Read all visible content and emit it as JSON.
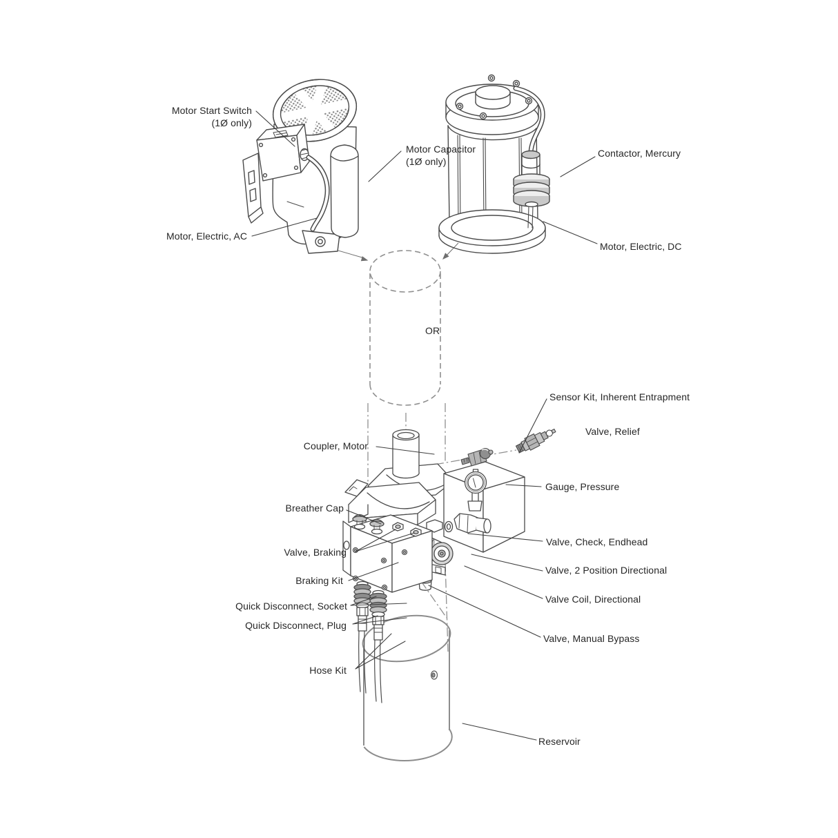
{
  "diagram": {
    "type": "exploded-parts-diagram",
    "subject": "hydraulic power unit parts breakdown",
    "colors": {
      "background": "#ffffff",
      "line": "#4a4a4a",
      "label_text": "#262626",
      "ghost_line": "#8f8f8f",
      "part_shade": "#b5b5b5"
    },
    "labels": {
      "motor_start_switch": {
        "text": "Motor Start Switch\n(1Ø only)"
      },
      "motor_capacitor": {
        "text": "Motor Capacitor\n(1Ø only)"
      },
      "contactor_mercury": {
        "text": "Contactor, Mercury"
      },
      "motor_electric_ac": {
        "text": "Motor, Electric, AC"
      },
      "motor_electric_dc": {
        "text": "Motor, Electric, DC"
      },
      "or_divider": {
        "text": "OR"
      },
      "sensor_kit": {
        "text": "Sensor Kit, Inherent Entrapment"
      },
      "valve_relief": {
        "text": "Valve, Relief"
      },
      "coupler_motor": {
        "text": "Coupler, Motor"
      },
      "gauge_pressure": {
        "text": "Gauge, Pressure"
      },
      "breather_cap": {
        "text": "Breather Cap"
      },
      "valve_check_endhead": {
        "text": "Valve, Check, Endhead"
      },
      "valve_braking": {
        "text": "Valve, Braking"
      },
      "valve_2pos": {
        "text": "Valve, 2 Position Directional"
      },
      "braking_kit": {
        "text": "Braking Kit"
      },
      "valve_coil": {
        "text": "Valve Coil, Directional"
      },
      "qd_socket": {
        "text": "Quick Disconnect, Socket"
      },
      "qd_plug": {
        "text": "Quick Disconnect, Plug"
      },
      "valve_manual_bypass": {
        "text": "Valve, Manual Bypass"
      },
      "hose_kit": {
        "text": "Hose Kit"
      },
      "reservoir": {
        "text": "Reservoir"
      }
    }
  }
}
